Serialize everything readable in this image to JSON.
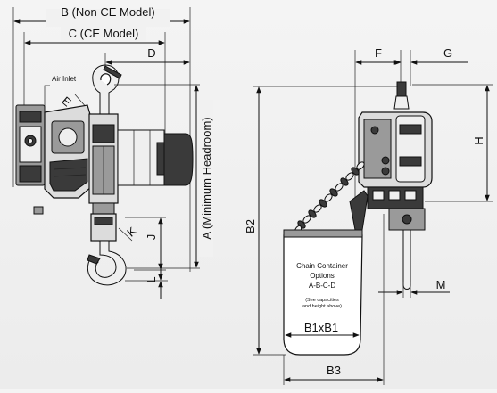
{
  "labels": {
    "b_non_ce": "B (Non CE Model)",
    "c_ce": "C (CE Model)",
    "d": "D",
    "air_inlet": "Air Inlet",
    "e": "E",
    "a_headroom": "A (Minimum Headroom)",
    "j": "J",
    "k": "K",
    "l": "L",
    "f": "F",
    "g": "G",
    "h": "H",
    "b2": "B2",
    "m": "M",
    "b1xb1": "B1xB1",
    "b3": "B3"
  },
  "chain_container": {
    "line1": "Chain Container",
    "line2": "Options",
    "line3": "A-B-C-D",
    "note1": "(See capacities",
    "note2": "and height above)"
  },
  "colors": {
    "background": "#efefef",
    "line": "#111111",
    "metal": "#dcdcdc",
    "dark_metal": "#3a3a3a"
  }
}
